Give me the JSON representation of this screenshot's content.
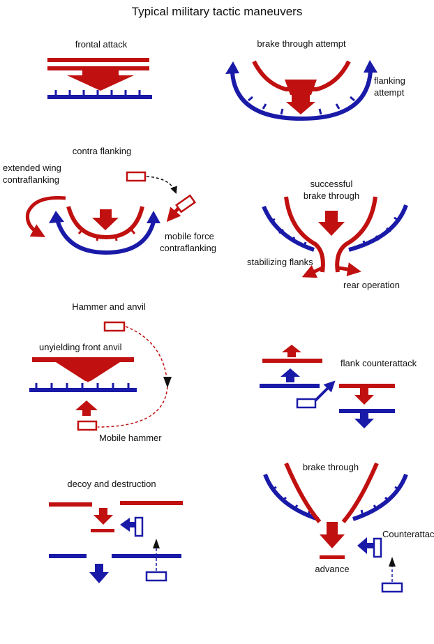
{
  "title": "Typical military tactic maneuvers",
  "colors": {
    "friendly": "#c01010",
    "enemy": "#1a1aa8",
    "ink": "#111111"
  },
  "labels": {
    "frontal_attack": "frontal attack",
    "brake_through_attempt": "brake through attempt",
    "flanking_attempt_1": "flanking",
    "flanking_attempt_2": "attempt",
    "contra_flanking": "contra flanking",
    "extended_wing_1": "extended wing",
    "extended_wing_2": "contraflanking",
    "mobile_force_1": "mobile force",
    "mobile_force_2": "contraflanking",
    "successful_1": "successful",
    "successful_2": "brake through",
    "stabilizing_flanks": "stabilizing flanks",
    "rear_operation": "rear operation",
    "hammer_and_anvil": "Hammer and anvil",
    "unyielding_front_anvil": "unyielding front anvil",
    "mobile_hammer": "Mobile hammer",
    "flank_counterattack": "flank counterattack",
    "decoy_and_destruction": "decoy and destruction",
    "brake_through": "brake through",
    "counterattack": "Counterattack",
    "advance": "advance"
  }
}
